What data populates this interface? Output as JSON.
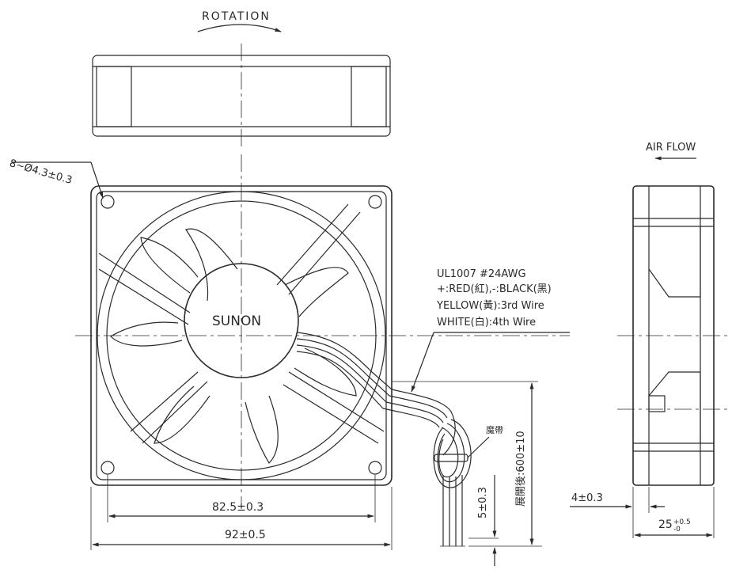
{
  "title_rotation": "ROTATION",
  "brand": "SUNON",
  "hole_spec": "8~Ø4.3±0.3",
  "wire": {
    "line1": "UL1007  #24AWG",
    "line2": "+:RED(紅),-:BLACK(黑)",
    "line3": "YELLOW(黃):3rd  Wire",
    "line4": "WHITE(白):4th  Wire"
  },
  "airflow": "AIR FLOW",
  "dims": {
    "hole_pitch": "82.5±0.3",
    "overall": "92±0.5",
    "strip_length": "5±0.3",
    "lead_length": "展開後:600±10",
    "tie_label": "魔帶",
    "flange": "4±0.3",
    "thickness_base": "25",
    "thickness_plus": "+0.5",
    "thickness_minus": "-0"
  }
}
